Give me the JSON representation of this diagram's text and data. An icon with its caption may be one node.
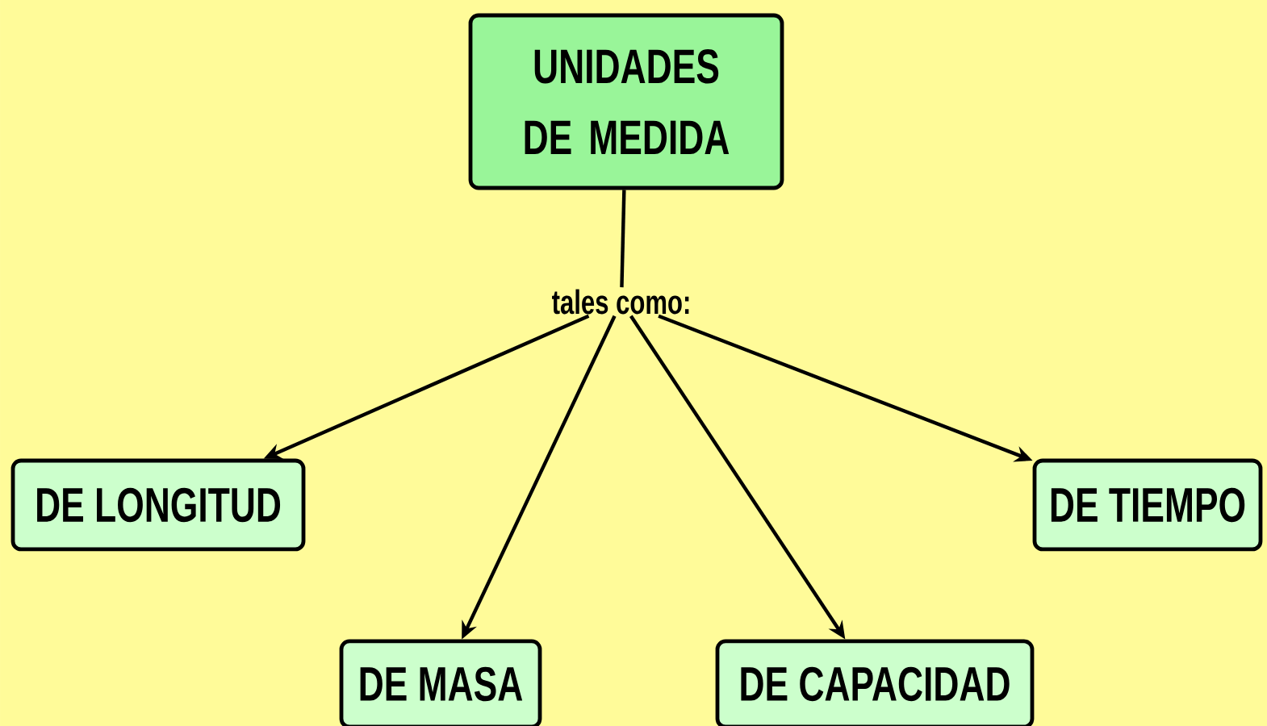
{
  "diagram": {
    "nodes": [
      {
        "text": [
          "UNIDADES DE MEDIDA"
        ]
      },
      {
        "text": [
          "tales como:"
        ]
      },
      {
        "text": [
          "DE LONGITUD"
        ]
      },
      {
        "text": [
          "DE MASA"
        ]
      },
      {
        "text": [
          "DE CAPACIDAD"
        ]
      },
      {
        "text": [
          "DE TIEMPO"
        ]
      }
    ],
    "edges": [
      {
        "from": 0,
        "to": 1,
        "arrow": "none"
      },
      {
        "from": 1,
        "to": 2,
        "arrow": "to"
      },
      {
        "from": 1,
        "to": 3,
        "arrow": "to"
      },
      {
        "from": 1,
        "to": 4,
        "arrow": "to"
      },
      {
        "from": 1,
        "to": 5,
        "arrow": "to"
      }
    ]
  }
}
